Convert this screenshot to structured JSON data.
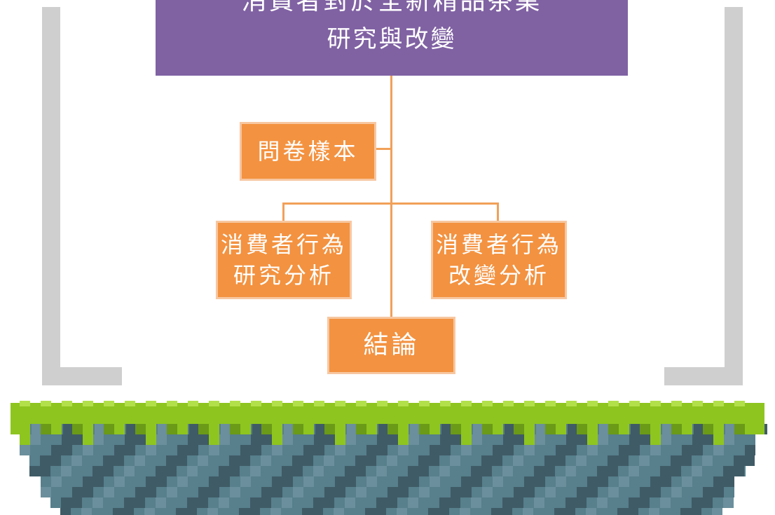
{
  "diagram": {
    "top_box": {
      "hidden_line": "消費者對於全新精品茶業",
      "main_line": "研究與改變"
    },
    "sample_box": "問卷樣本",
    "left_box": {
      "line1": "消費者行為",
      "line2": "研究分析"
    },
    "right_box": {
      "line1": "消費者行為",
      "line2": "改變分析"
    },
    "conclusion_box": "結論"
  },
  "colors": {
    "purple": "#8062a3",
    "orange": "#f39240",
    "connector": "#f1a058",
    "frame": "#cfcfcf",
    "grass_light": "#b2e04a",
    "grass_main": "#8ec51f",
    "grass_dark": "#6a9a18",
    "stone_mid": "#577f8c",
    "stone_dark": "#3f5b66",
    "stone_light": "#6b8f9c"
  }
}
